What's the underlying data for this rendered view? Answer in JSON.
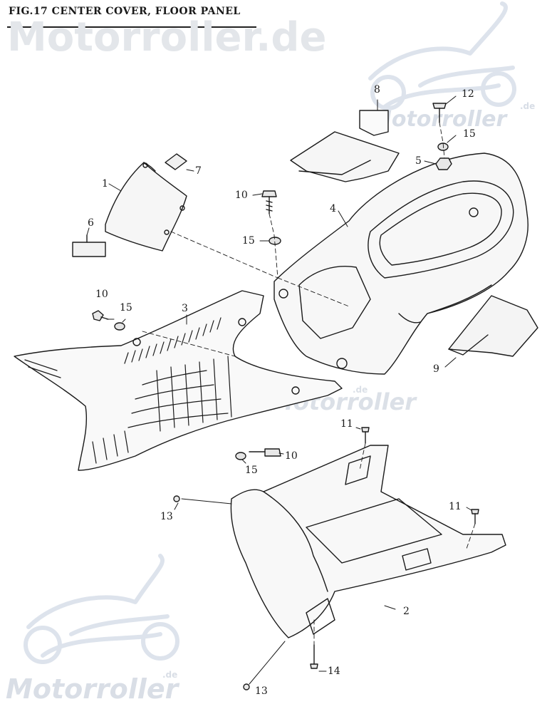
{
  "title": "FIG.17 CENTER COVER, FLOOR PANEL",
  "watermark": {
    "main": "Motorroller.de",
    "brand": "Motorroller",
    "tld": ".de"
  },
  "labels": {
    "p1": "1",
    "p2": "2",
    "p3": "3",
    "p4": "4",
    "p5": "5",
    "p6": "6",
    "p7": "7",
    "p8": "8",
    "p9": "9",
    "p10a": "10",
    "p10b": "10",
    "p10c": "10",
    "p11a": "11",
    "p11b": "11",
    "p12": "12",
    "p13a": "13",
    "p13b": "13",
    "p14": "14",
    "p15a": "15",
    "p15b": "15",
    "p15c": "15",
    "p15d": "15"
  },
  "colors": {
    "line": "#1a1a1a",
    "watermark": "#dde1e8"
  }
}
